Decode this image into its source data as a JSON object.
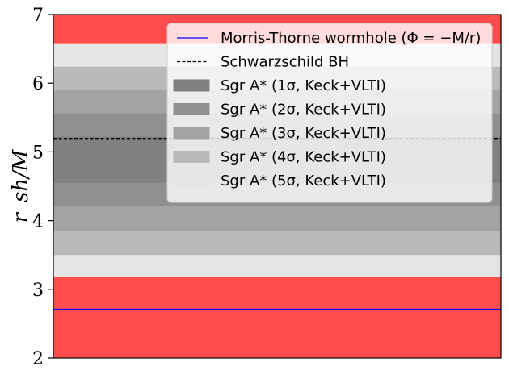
{
  "chart_data": {
    "type": "area",
    "title": "",
    "xlabel": "",
    "ylabel": "r_sh/M",
    "ylim": [
      2,
      7
    ],
    "yticks": [
      "2",
      "3",
      "4",
      "5",
      "6",
      "7"
    ],
    "grid": false,
    "legend_position": "top-right",
    "series": [
      {
        "name": "Morris-Thorne wormhole (Φ = −M/r)",
        "kind": "line",
        "value": 2.71,
        "color": "#0000ff",
        "style": "solid"
      },
      {
        "name": "Schwarzschild BH",
        "kind": "line",
        "value": 5.196,
        "color": "#000000",
        "style": "dashed"
      },
      {
        "name": "Sgr A* (1σ, Keck+VLTI)",
        "kind": "band",
        "range": [
          4.55,
          5.22
        ],
        "color": "#808080",
        "alpha": 1.0
      },
      {
        "name": "Sgr A* (2σ, Keck+VLTI)",
        "kind": "band",
        "range": [
          4.21,
          5.56
        ],
        "color": "#909090",
        "alpha": 1.0
      },
      {
        "name": "Sgr A* (3σ, Keck+VLTI)",
        "kind": "band",
        "range": [
          3.85,
          5.9
        ],
        "color": "#a3a3a3",
        "alpha": 1.0
      },
      {
        "name": "Sgr A* (4σ, Keck+VLTI)",
        "kind": "band",
        "range": [
          3.5,
          6.24
        ],
        "color": "#bababa",
        "alpha": 1.0
      },
      {
        "name": "Sgr A* (5σ, Keck+VLTI)",
        "kind": "band",
        "range": [
          3.18,
          6.58
        ],
        "color": "#e5e5e5",
        "alpha": 1.0
      }
    ],
    "excluded_regions": [
      {
        "range": [
          2,
          3.18
        ],
        "color": "#ff4d4d"
      },
      {
        "range": [
          6.58,
          7
        ],
        "color": "#ff4d4d"
      }
    ]
  }
}
